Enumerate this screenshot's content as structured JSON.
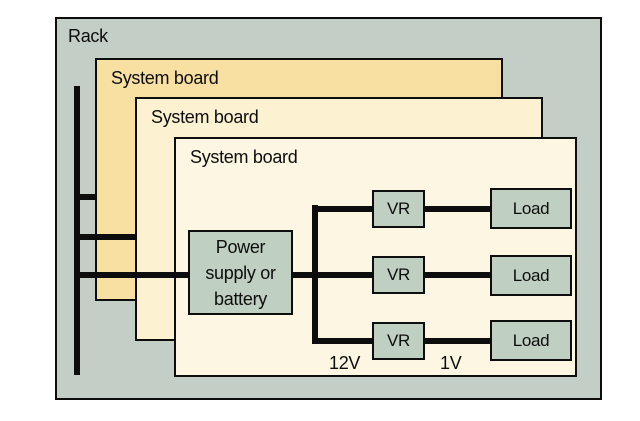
{
  "rack": {
    "label": "Rack"
  },
  "boards": [
    {
      "label": "System board"
    },
    {
      "label": "System board"
    },
    {
      "label": "System board"
    }
  ],
  "power_supply": {
    "line1": "Power",
    "line2": "supply or",
    "line3": "battery"
  },
  "rows": [
    {
      "vr": "VR",
      "load": "Load"
    },
    {
      "vr": "VR",
      "load": "Load"
    },
    {
      "vr": "VR",
      "load": "Load"
    }
  ],
  "voltage_labels": {
    "bus_voltage": "12V",
    "regulated_voltage": "1V"
  },
  "colors": {
    "rack_fill": "#c3cfc6",
    "board1_fill": "#f8dfa2",
    "board2_fill": "#fcf1d1",
    "board3_fill": "#fdf6e2",
    "node_fill": "#bfcfc1",
    "line": "#0d0d0d",
    "page_bg": "#ffffff"
  }
}
